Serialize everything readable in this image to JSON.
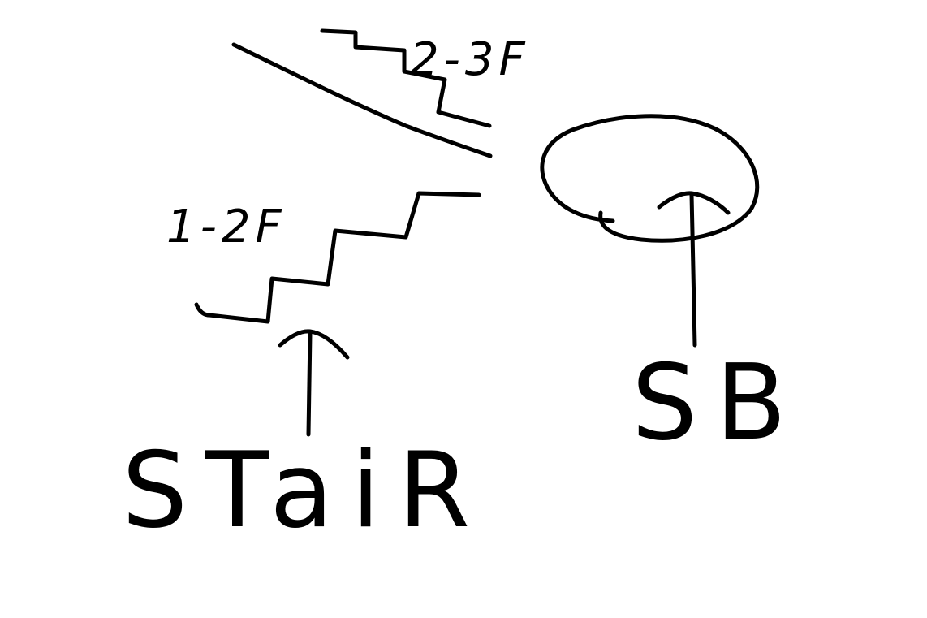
{
  "drawing": {
    "stroke_color": "#000000",
    "background_color": "#ffffff",
    "labels": {
      "upper_flight": "2-3F",
      "lower_flight": "1-2F",
      "stair": "STaiR",
      "sb": "SB"
    }
  }
}
